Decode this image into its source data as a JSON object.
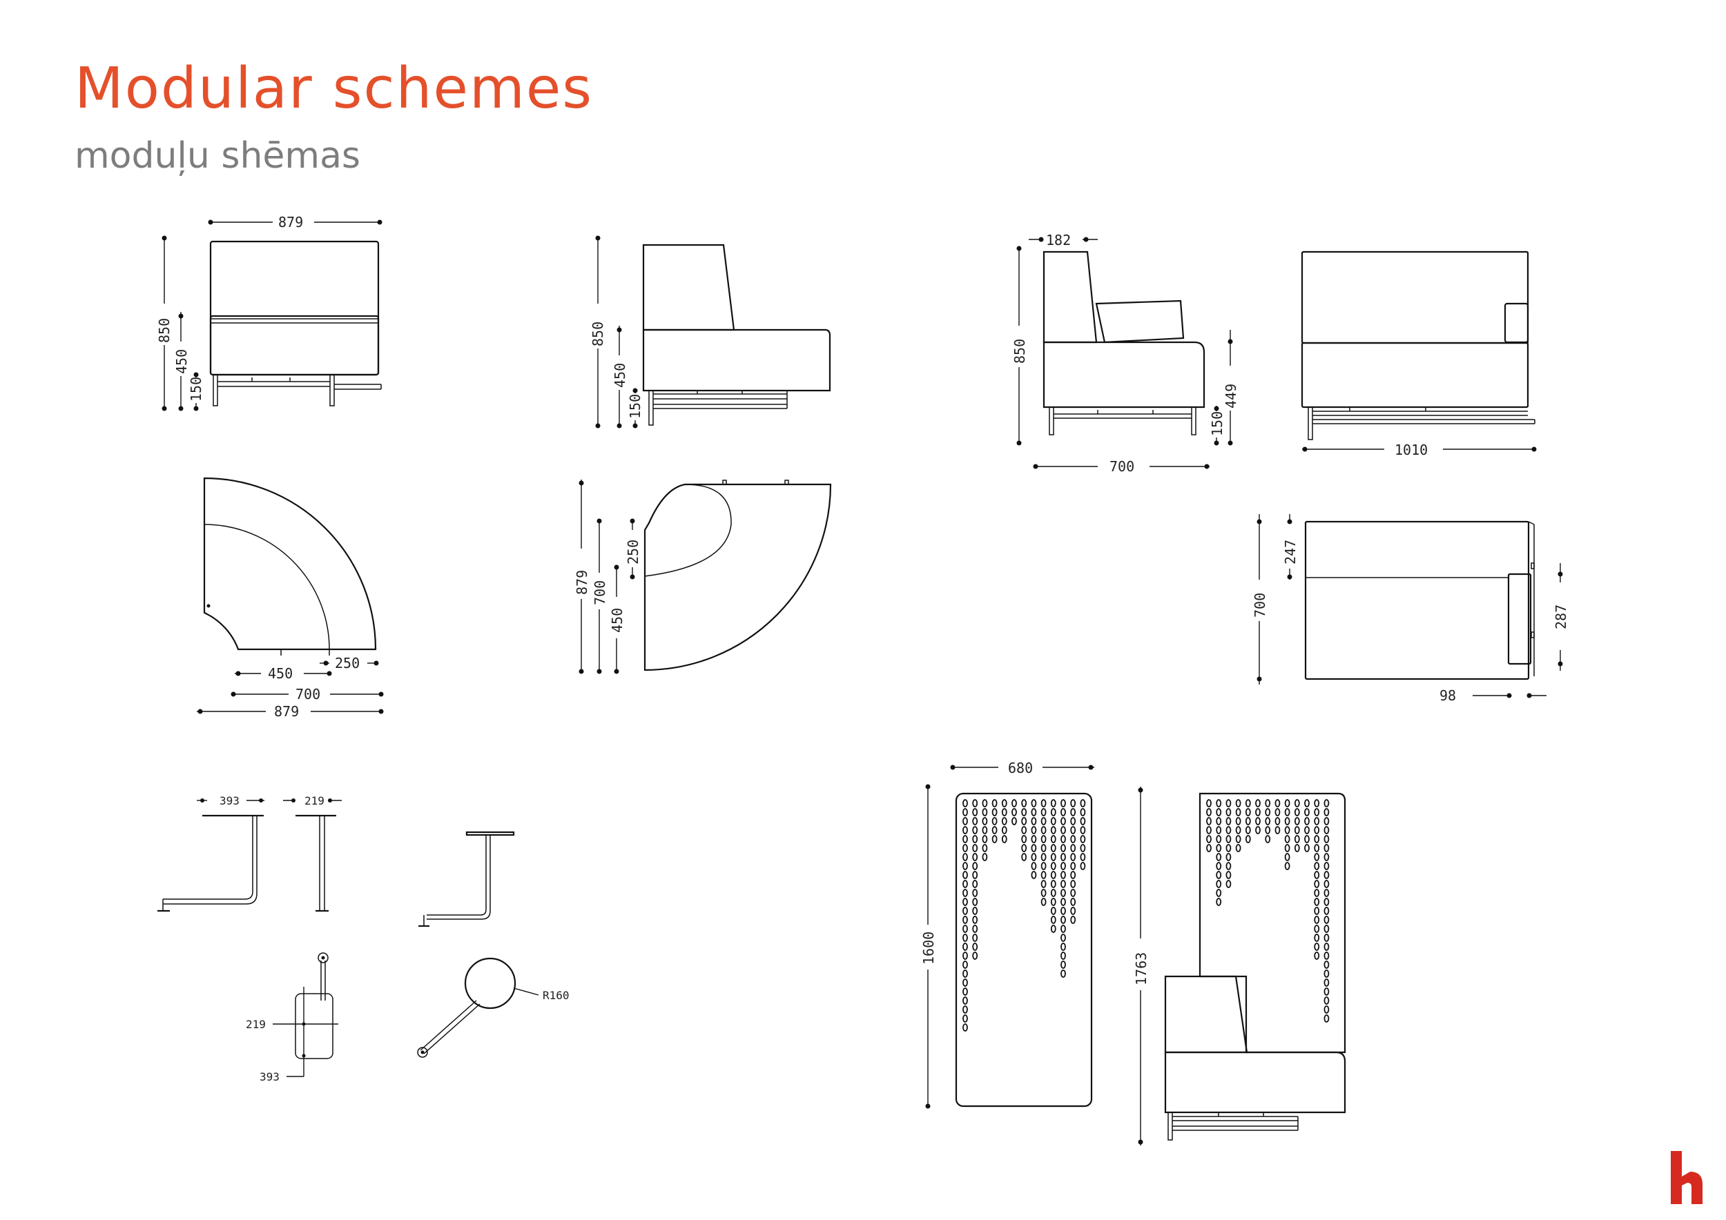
{
  "header": {
    "title": "Modular schemes",
    "subtitle": "moduļu shēmas"
  },
  "dimensions": {
    "straight_module": {
      "width": "879",
      "height": "850",
      "seat_height": "450",
      "leg_height": "150"
    },
    "straight_module_side": {
      "height": "850",
      "seat_height": "450",
      "leg_height": "150"
    },
    "corner_module_plan": {
      "inner": "450",
      "offset": "250",
      "mid": "700",
      "outer": "879"
    },
    "corner_module_side": {
      "overall": "879",
      "depth": "700",
      "seat": "450",
      "back": "250"
    },
    "armrest_module_side": {
      "arm_width": "182",
      "height": "850",
      "arm_height": "449",
      "leg_height": "150",
      "depth": "700"
    },
    "armrest_module_front": {
      "width": "1010"
    },
    "armrest_module_plan": {
      "depth": "700",
      "back": "247",
      "arm": "287",
      "arm_width": "98"
    },
    "side_table": {
      "top_width": "393",
      "side_width": "219",
      "radius": "R160",
      "plan_width": "219",
      "plan_length": "393"
    },
    "screen_panel": {
      "width": "680",
      "height": "1600"
    },
    "screen_module": {
      "height": "1763"
    }
  },
  "brand": {
    "accent": "#e4502b",
    "logo_color": "#d62a20",
    "logo": "brand-logo-icon"
  }
}
